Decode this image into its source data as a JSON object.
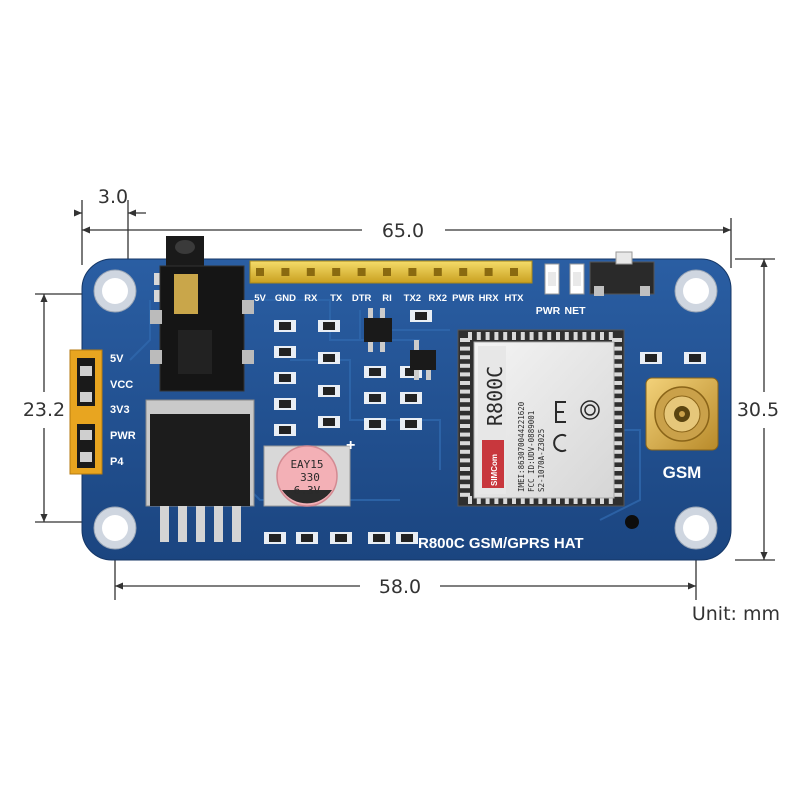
{
  "dimensions": {
    "top_offset": "3.0",
    "overall_width": "65.0",
    "hole_spacing_horizontal": "58.0",
    "hole_spacing_vertical": "23.2",
    "overall_height": "30.5",
    "unit": "Unit: mm"
  },
  "board": {
    "name": "R800C GSM/GPRS HAT",
    "antenna_label": "GSM",
    "header_pins": [
      "5V",
      "GND",
      "RX",
      "TX",
      "DTR",
      "RI",
      "TX2",
      "RX2",
      "PWR",
      "HRX",
      "HTX"
    ],
    "led_labels": [
      "PWR",
      "NET"
    ],
    "jumper_labels": [
      "5V",
      "VCC",
      "3V3",
      "PWR",
      "P4"
    ],
    "capacitor_text": [
      "EAY15",
      "330",
      "6.3V"
    ],
    "capacitor_polarity": "+",
    "module": {
      "model": "R800C",
      "brand": "SIMCom",
      "imei": "IMEI:863070044221620",
      "sn": "FCC ID:UDV-0889001",
      "code": "S2-1070A-Z3025"
    }
  },
  "colors": {
    "pcb": "#1e4d8c",
    "silkscreen": "#ffffff",
    "header_gold": "#e8c53a",
    "jumper_yellow": "#f2b533"
  }
}
